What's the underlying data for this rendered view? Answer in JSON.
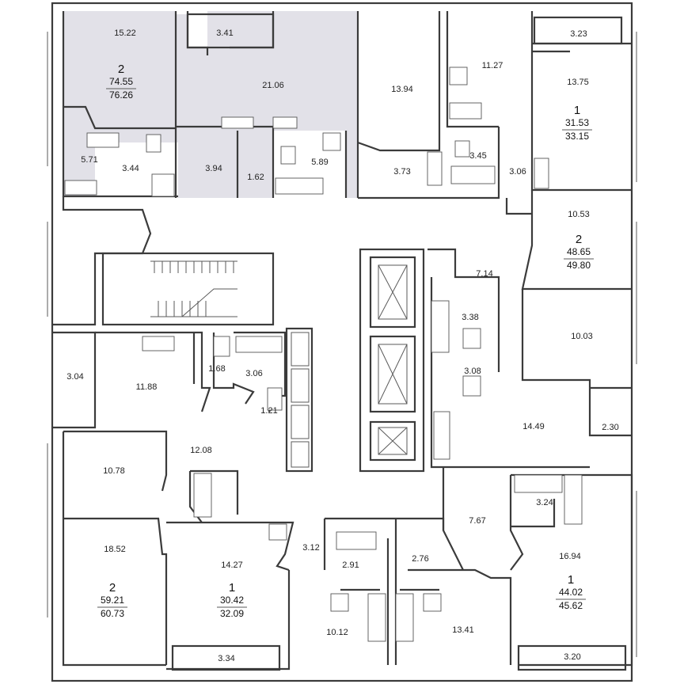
{
  "colors": {
    "wall": "#3b3b3b",
    "selected_apartment_fill": "#e2e1e8",
    "background": "#ffffff"
  },
  "rooms": [
    {
      "id": "r1522",
      "label": "15.22"
    },
    {
      "id": "r341",
      "label": "3.41"
    },
    {
      "id": "r2106",
      "label": "21.06"
    },
    {
      "id": "r1394",
      "label": "13.94"
    },
    {
      "id": "r1127",
      "label": "11.27"
    },
    {
      "id": "r323",
      "label": "3.23"
    },
    {
      "id": "r1375",
      "label": "13.75"
    },
    {
      "id": "r571",
      "label": "5.71"
    },
    {
      "id": "r344",
      "label": "3.44"
    },
    {
      "id": "r394",
      "label": "3.94"
    },
    {
      "id": "r162",
      "label": "1.62"
    },
    {
      "id": "r589",
      "label": "5.89"
    },
    {
      "id": "r373",
      "label": "3.73"
    },
    {
      "id": "r345",
      "label": "3.45"
    },
    {
      "id": "r306a",
      "label": "3.06"
    },
    {
      "id": "r1053",
      "label": "10.53"
    },
    {
      "id": "r714",
      "label": "7.14"
    },
    {
      "id": "r338",
      "label": "3.38"
    },
    {
      "id": "r1003",
      "label": "10.03"
    },
    {
      "id": "r308",
      "label": "3.08"
    },
    {
      "id": "r304",
      "label": "3.04"
    },
    {
      "id": "r1188",
      "label": "11.88"
    },
    {
      "id": "r168",
      "label": "1.68"
    },
    {
      "id": "r306b",
      "label": "3.06"
    },
    {
      "id": "r121",
      "label": "1.21"
    },
    {
      "id": "r1449",
      "label": "14.49"
    },
    {
      "id": "r230",
      "label": "2.30"
    },
    {
      "id": "r1208",
      "label": "12.08"
    },
    {
      "id": "r1078",
      "label": "10.78"
    },
    {
      "id": "r324",
      "label": "3.24"
    },
    {
      "id": "r767",
      "label": "7.67"
    },
    {
      "id": "r1852",
      "label": "18.52"
    },
    {
      "id": "r312",
      "label": "3.12"
    },
    {
      "id": "r291",
      "label": "2.91"
    },
    {
      "id": "r276",
      "label": "2.76"
    },
    {
      "id": "r1427",
      "label": "14.27"
    },
    {
      "id": "r1694",
      "label": "16.94"
    },
    {
      "id": "r1012",
      "label": "10.12"
    },
    {
      "id": "r1341",
      "label": "13.41"
    },
    {
      "id": "r334",
      "label": "3.34"
    },
    {
      "id": "r320",
      "label": "3.20"
    }
  ],
  "apartments": [
    {
      "id": "a1",
      "rooms": "2",
      "living_area": "74.55",
      "total_area": "76.26",
      "selected": true
    },
    {
      "id": "a2",
      "rooms": "1",
      "living_area": "31.53",
      "total_area": "33.15",
      "selected": false
    },
    {
      "id": "a3",
      "rooms": "2",
      "living_area": "48.65",
      "total_area": "49.80",
      "selected": false
    },
    {
      "id": "a4",
      "rooms": "2",
      "living_area": "59.21",
      "total_area": "60.73",
      "selected": false
    },
    {
      "id": "a5",
      "rooms": "1",
      "living_area": "30.42",
      "total_area": "32.09",
      "selected": false
    },
    {
      "id": "a6",
      "rooms": "1",
      "living_area": "44.02",
      "total_area": "45.62",
      "selected": false
    }
  ]
}
